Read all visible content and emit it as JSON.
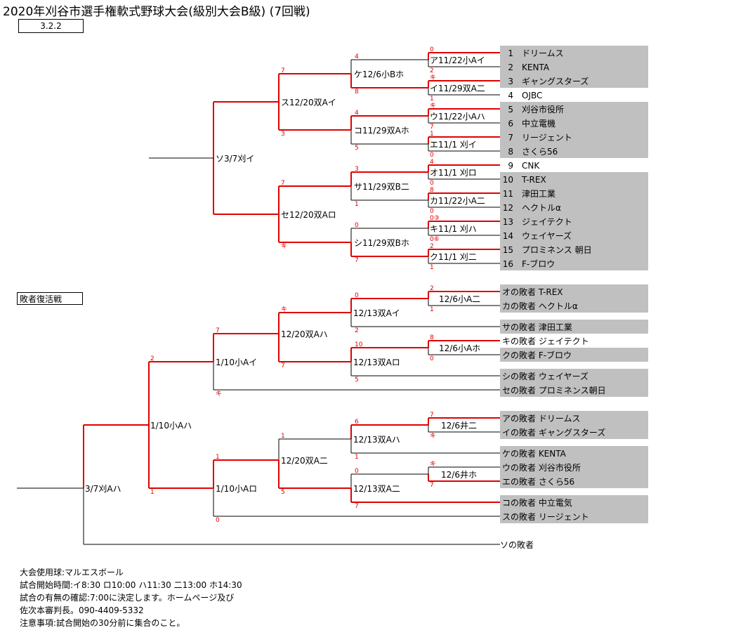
{
  "title": "2020年刈谷市選手権軟式野球大会(級別大会B級) (7回戦)",
  "date_box": "3.2.2",
  "repechage_label": "敗者復活戦",
  "teams": [
    {
      "no": "1",
      "name": "ドリームス"
    },
    {
      "no": "2",
      "name": "KENTA"
    },
    {
      "no": "3",
      "name": "ギャングスターズ"
    },
    {
      "no": "4",
      "name": "OJBC"
    },
    {
      "no": "5",
      "name": "刈谷市役所"
    },
    {
      "no": "6",
      "name": "中立電機"
    },
    {
      "no": "7",
      "name": "リージェント"
    },
    {
      "no": "8",
      "name": "さくら56"
    },
    {
      "no": "9",
      "name": "CNK"
    },
    {
      "no": "10",
      "name": "T-REX"
    },
    {
      "no": "11",
      "name": "津田工業"
    },
    {
      "no": "12",
      "name": "ヘクトルα"
    },
    {
      "no": "13",
      "name": "ジェイテクト"
    },
    {
      "no": "14",
      "name": "ウェイヤーズ"
    },
    {
      "no": "15",
      "name": "プロミネンス 朝日"
    },
    {
      "no": "16",
      "name": "F-ブロウ"
    }
  ],
  "main_games": {
    "r1": [
      "ア11/22小Aイ",
      "イ11/29双A二",
      "ウ11/22小Aハ",
      "エ11/1 刈イ",
      "オ11/1 刈ロ",
      "カ11/22小A二",
      "キ11/1 刈ハ",
      "ク11/1 刈二"
    ],
    "r2": [
      "ケ12/6小Bホ",
      "コ11/29双Aホ",
      "サ11/29双B二",
      "シ11/29双Bホ"
    ],
    "r3": [
      "ス12/20双Aイ",
      "セ12/20双Aロ"
    ],
    "r4": [
      "ソ3/7刈イ"
    ]
  },
  "rep_entries": [
    "オの敗者 T-REX",
    "カの敗者 ヘクトルα",
    "サの敗者 津田工業",
    "キの敗者 ジェイテクト",
    "クの敗者 F-ブロウ",
    "シの敗者 ウェイヤーズ",
    "セの敗者 プロミネンス朝日",
    "アの敗者 ドリームス",
    "イの敗者 ギャングスターズ",
    "ケの敗者 KENTA",
    "ウの敗者 刈谷市役所",
    "エの敗者 さくら56",
    "コの敗者 中立電気",
    "スの敗者 リージェント",
    "ソの敗者"
  ],
  "rep_games": [
    "12/6小A二",
    "12/6小Aホ",
    "12/6井二",
    "12/6井ホ",
    "12/13双Aイ",
    "12/13双Aロ",
    "12/13双Aハ",
    "12/13双A二",
    "12/20双Aハ",
    "12/20双A二",
    "1/10小Aイ",
    "1/10小Aロ",
    "1/10小Aハ",
    "3/7刈Aハ"
  ],
  "notes": [
    "大会使用球:マルエスボール",
    "試合開始時間:イ8:30 ロ10:00 ハ11:30 二13:00 ホ14:30",
    "試合の有無の確認:7:00に決定します。ホームページ及び",
    "佐次本審判長。090-4409-5332",
    "注意事項:試合開始の30分前に集合のこと。"
  ]
}
